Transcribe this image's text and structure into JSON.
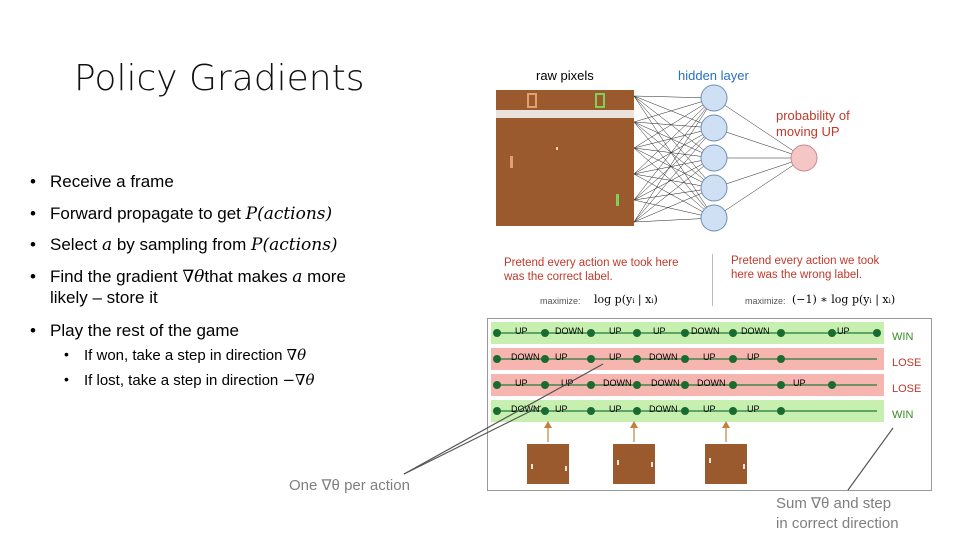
{
  "slide": {
    "title": "Policy Gradients",
    "bullets": [
      {
        "pre": "Receive a frame",
        "math": "",
        "post": ""
      },
      {
        "pre": "Forward propagate to get ",
        "math": "P(actions)",
        "post": ""
      },
      {
        "pre": "Select ",
        "math": "a",
        "post": " by sampling  from ",
        "math2": "P(actions)"
      },
      {
        "pre": "Find the gradient ",
        "math": "∇θ",
        "post": "that makes ",
        "math2": "a",
        "post2": " more",
        "line2": "likely – store it"
      },
      {
        "pre": "Play the rest of the game",
        "math": "",
        "post": ""
      }
    ],
    "subbullets": [
      {
        "pre": "If won, take a step in direction ",
        "math": "∇θ"
      },
      {
        "pre": "If lost, take a step in direction ",
        "math": "−∇θ"
      }
    ],
    "caption_one": "One ∇θ per action",
    "caption_sum_line1": "Sum ∇θ and step",
    "caption_sum_line2": "in correct direction"
  },
  "network": {
    "raw_pixels_label": "raw pixels",
    "hidden_layer_label": "hidden layer",
    "output_label_line1": "probability of",
    "output_label_line2": "moving UP"
  },
  "objectives": {
    "left_line1": "Pretend every action we took here",
    "left_line2": "was the correct label.",
    "left_max": "maximize:",
    "left_formula": "log p(yᵢ | xᵢ)",
    "right_line1": "Pretend every action we took",
    "right_line2": "here was the wrong label.",
    "right_max": "maximize:",
    "right_formula": "(−1) ∗ log p(yᵢ | xᵢ)"
  },
  "episodes": [
    {
      "result": "WIN",
      "actions": [
        "UP",
        "DOWN",
        "UP",
        "UP",
        "DOWN",
        "DOWN",
        "UP"
      ]
    },
    {
      "result": "LOSE",
      "actions": [
        "DOWN",
        "UP",
        "UP",
        "DOWN",
        "UP",
        "UP"
      ]
    },
    {
      "result": "LOSE",
      "actions": [
        "UP",
        "UP",
        "DOWN",
        "DOWN",
        "DOWN",
        "UP"
      ]
    },
    {
      "result": "WIN",
      "actions": [
        "DOWN",
        "UP",
        "UP",
        "DOWN",
        "UP",
        "UP"
      ]
    }
  ],
  "colors": {
    "win_row": "#c6efb0",
    "lose_row": "#f7b5b0",
    "game_bg": "#a0522d",
    "node": "#cfe0f5",
    "out_node": "#f4c6c6",
    "green_dot": "#1f7a3a"
  }
}
